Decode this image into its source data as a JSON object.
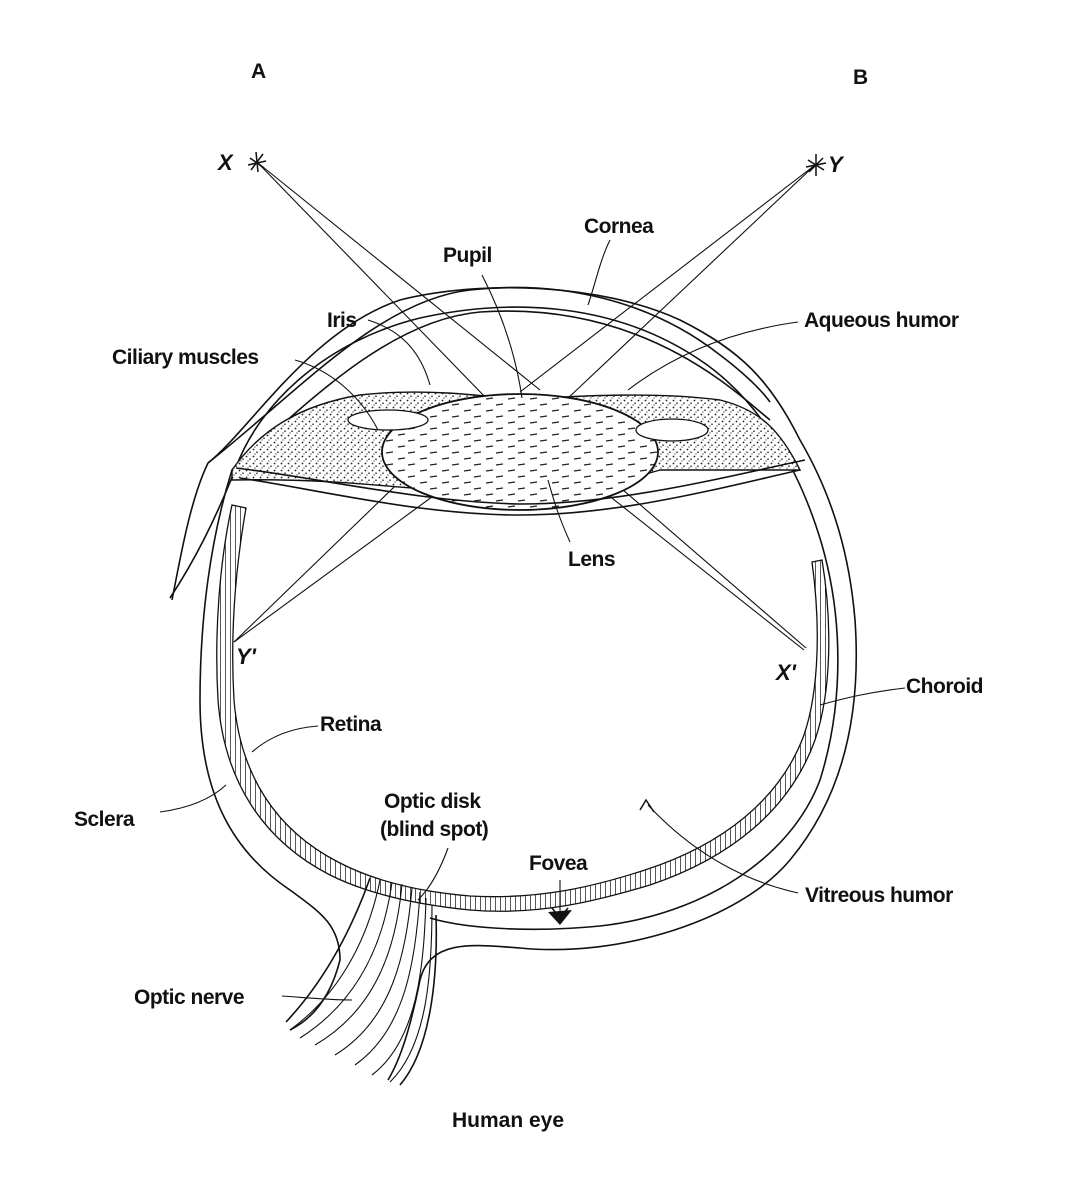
{
  "panels": {
    "left": "A",
    "right": "B"
  },
  "points": {
    "x": "X",
    "y": "Y",
    "x_prime": "X'",
    "y_prime": "Y'"
  },
  "labels": {
    "cornea": "Cornea",
    "pupil": "Pupil",
    "iris": "Iris",
    "ciliary_muscles": "Ciliary muscles",
    "aqueous_humor": "Aqueous humor",
    "lens": "Lens",
    "choroid": "Choroid",
    "retina": "Retina",
    "sclera": "Sclera",
    "optic_disk_line1": "Optic disk",
    "optic_disk_line2": "(blind spot)",
    "fovea": "Fovea",
    "vitreous_humor": "Vitreous humor",
    "optic_nerve": "Optic nerve"
  },
  "caption": "Human eye"
}
